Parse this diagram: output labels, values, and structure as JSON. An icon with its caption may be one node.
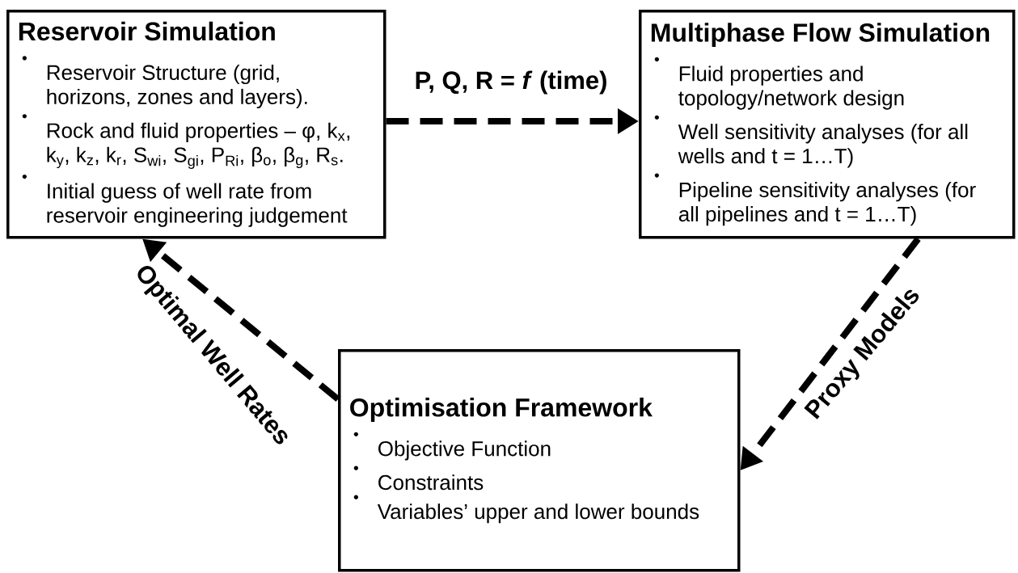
{
  "diagram": {
    "nodes": [
      {
        "text": [
          "Reservoir Simulation",
          "Reservoir Structure (grid, horizons, zones and layers).",
          "Rock and fluid properties – φ, k$_{x}$, k$_{y}$, k$_{z}$, k$_{r}$, S$_{wi}$, S$_{gi}$, P$_{Ri}$, β$_{o}$, β$_{g}$, R$_{s}$.",
          "Initial guess of well rate from reservoir engineering judgement"
        ]
      },
      {
        "text": [
          "Multiphase Flow Simulation",
          "Fluid properties and topology/network design",
          "Well sensitivity analyses (for all wells and t = 1…T)",
          "Pipeline sensitivity analyses (for all pipelines and t = 1…T)"
        ]
      },
      {
        "text": [
          "Optimisation Framework",
          "Objective Function",
          "Constraints",
          "Variables’ upper and lower bounds"
        ]
      }
    ],
    "edges": [
      {
        "from": 0,
        "to": 1,
        "arrow": "to",
        "label": "P, Q, R = *f* (time)",
        "style": "dashed"
      },
      {
        "from": 1,
        "to": 2,
        "arrow": "to",
        "label": "Proxy Models",
        "style": "dashed"
      },
      {
        "from": 2,
        "to": 0,
        "arrow": "to",
        "label": "Optimal Well Rates",
        "style": "dashed"
      }
    ]
  }
}
